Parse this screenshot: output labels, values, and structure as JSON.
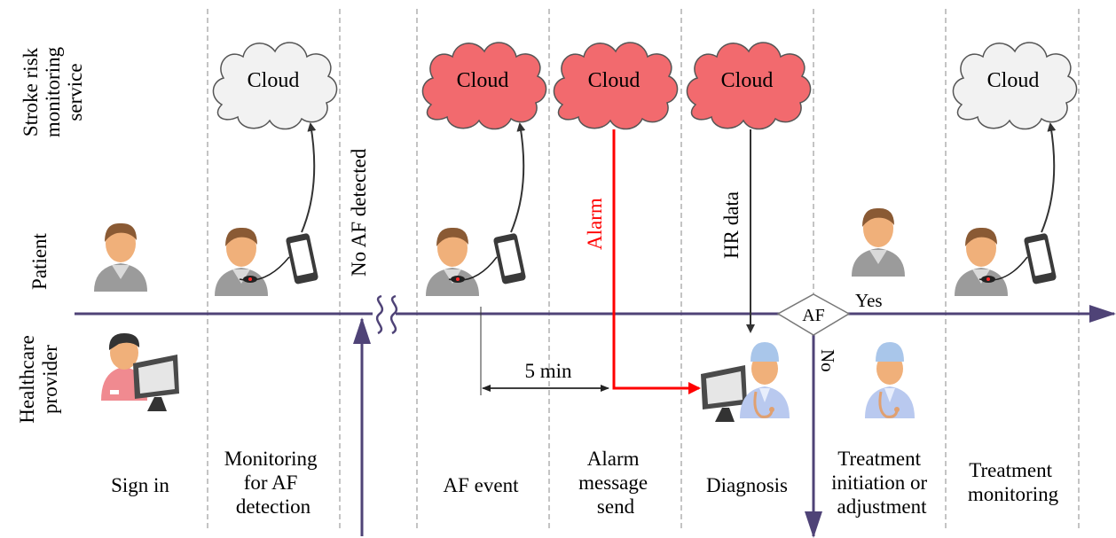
{
  "lanes": {
    "service": [
      "Stroke risk",
      "monitoring",
      "service"
    ],
    "patient": "Patient",
    "provider": [
      "Healthcare",
      "provider"
    ]
  },
  "clouds": [
    {
      "label": "Cloud",
      "state": "normal"
    },
    {
      "label": "Cloud",
      "state": "alert"
    },
    {
      "label": "Cloud",
      "state": "alert"
    },
    {
      "label": "Cloud",
      "state": "alert"
    },
    {
      "label": "Cloud",
      "state": "normal"
    }
  ],
  "annotations": {
    "no_af": "No AF detected",
    "alarm": "Alarm",
    "hr_data": "HR data",
    "five_min": "5 min",
    "decision": "AF",
    "yes": "Yes",
    "no": "No"
  },
  "stages": [
    [
      "Sign in"
    ],
    [
      "Monitoring",
      "for AF",
      "detection"
    ],
    [
      "AF event"
    ],
    [
      "Alarm",
      "message",
      "send"
    ],
    [
      "Diagnosis"
    ],
    [
      "Treatment",
      "initiation or",
      "adjustment"
    ],
    [
      "Treatment",
      "monitoring"
    ]
  ],
  "colors": {
    "timeline": "#4f4377",
    "alarm": "#ff0000",
    "cloud_alert_fill": "#f26a6e",
    "cloud_normal_fill": "#f2f2f2",
    "divider": "#8a8a8a"
  }
}
